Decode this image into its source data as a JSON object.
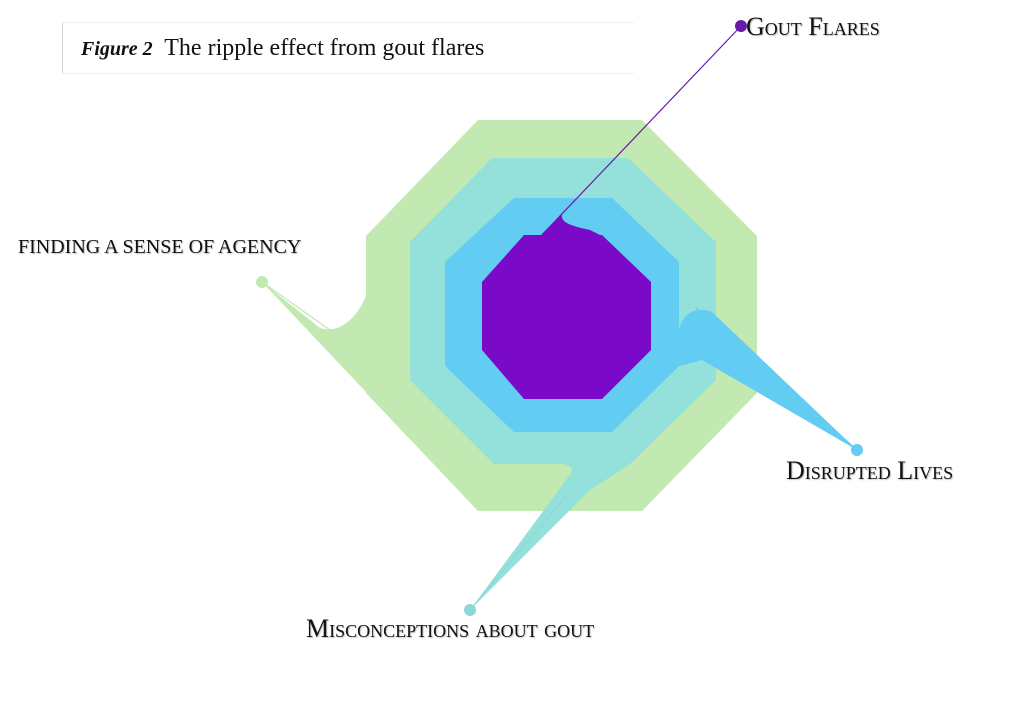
{
  "figure": {
    "label": "Figure 2",
    "title": "The ripple effect from gout flares"
  },
  "layers": [
    {
      "label": "Gout Flares",
      "color": "#7a0ac8",
      "dot_color": "#6a1aaa"
    },
    {
      "label": "Disrupted Lives",
      "color": "#62ccf2",
      "dot_color": "#62ccf2"
    },
    {
      "label": "Misconceptions about gout",
      "color": "#94e0da",
      "dot_color": "#8ed8d8"
    },
    {
      "label": "finding a sense of agency",
      "color": "#c1e9b1",
      "dot_color": "#c1e9b1"
    }
  ]
}
